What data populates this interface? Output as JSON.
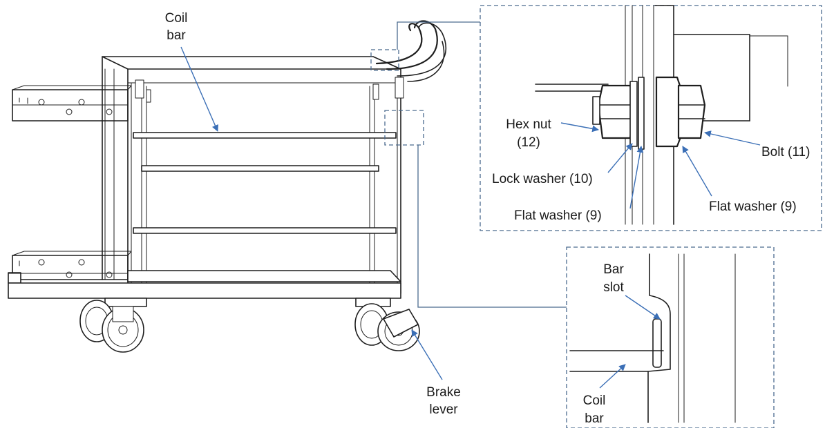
{
  "colors": {
    "leader": "#3b6fb6",
    "callout_border": "#4a6a8e",
    "line_art": "#1e1e1e",
    "text": "#1a1a1a"
  },
  "labels": {
    "coil_bar_top": [
      "Coil",
      "bar"
    ],
    "brake_lever": [
      "Brake",
      "lever"
    ],
    "hex_nut": [
      "Hex nut",
      "(12)"
    ],
    "bolt": "Bolt (11)",
    "lock_washer": "Lock washer (10)",
    "flat_washer_left": "Flat washer (9)",
    "flat_washer_right": "Flat washer (9)",
    "bar_slot": [
      "Bar",
      "slot"
    ],
    "coil_bar_detail": [
      "Coil",
      "bar"
    ]
  }
}
